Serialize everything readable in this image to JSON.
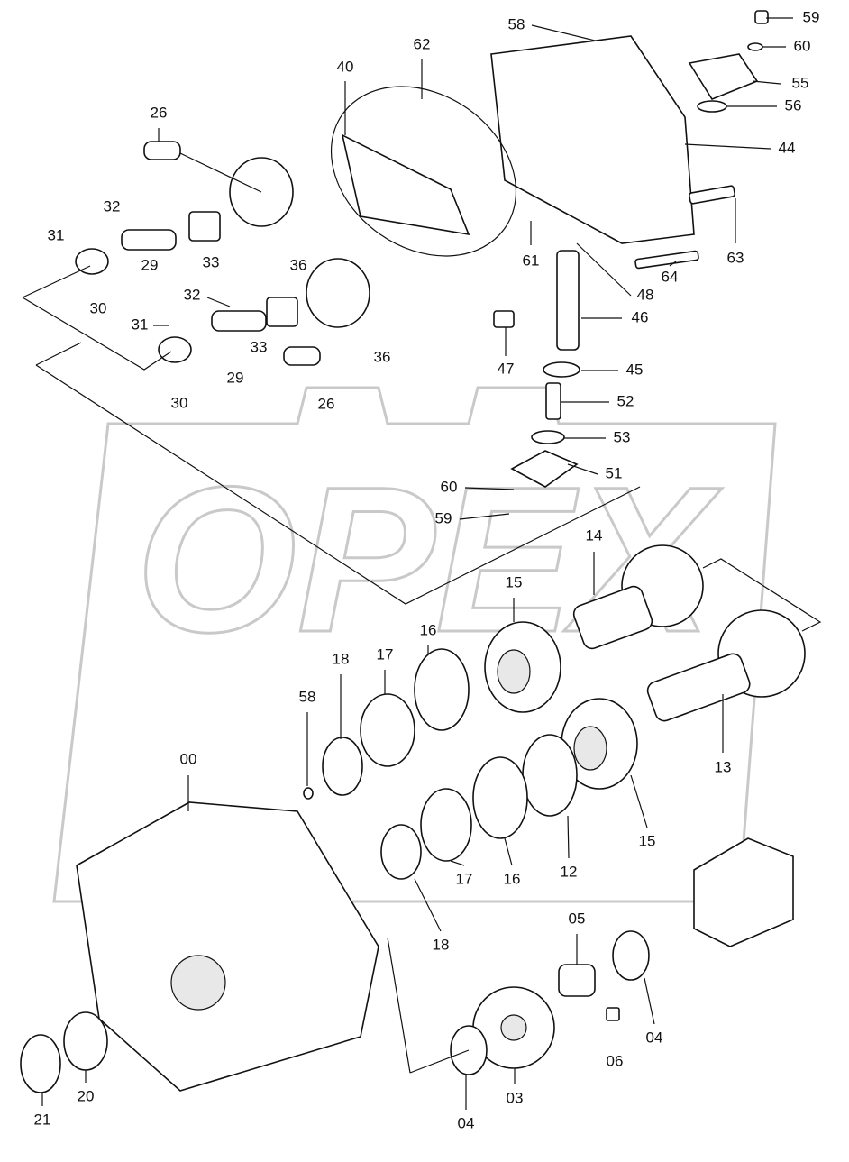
{
  "watermark": "OPEX",
  "labels": [
    "58",
    "59",
    "60",
    "55",
    "56",
    "44",
    "62",
    "40",
    "26",
    "32",
    "31",
    "33",
    "36",
    "29",
    "30",
    "61",
    "48",
    "63",
    "64",
    "46",
    "32",
    "31",
    "33",
    "29",
    "36",
    "47",
    "45",
    "30",
    "26",
    "52",
    "53",
    "51",
    "60",
    "59",
    "14",
    "15",
    "16",
    "17",
    "18",
    "58",
    "00",
    "13",
    "15",
    "12",
    "16",
    "17",
    "18",
    "05",
    "04",
    "06",
    "03",
    "04",
    "20",
    "21"
  ]
}
